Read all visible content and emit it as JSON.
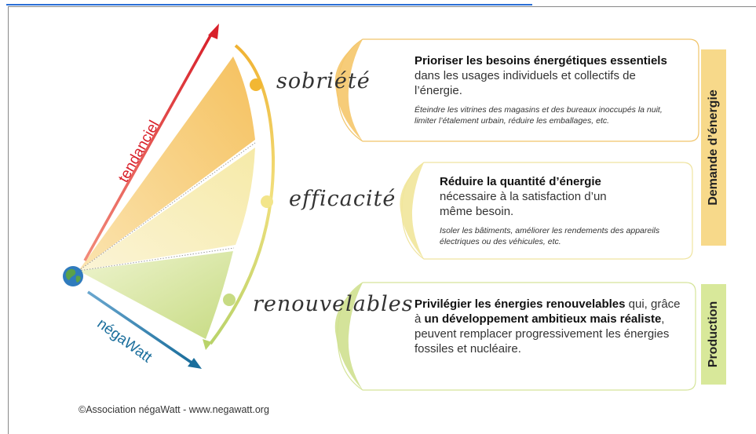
{
  "steps": {
    "sobriete": "sobriété",
    "efficacite": "efficacité",
    "renouvelables": "renouvelables"
  },
  "arrows": {
    "trend": "tendanciel",
    "negawatt": "négaWatt"
  },
  "boxes": {
    "sobriete": {
      "bold": "Prioriser les besoins énergétiques essentiels",
      "text": " dans les usages individuels et collectifs de l’énergie.",
      "note": "Éteindre les vitrines des magasins et des bureaux inoccupés la nuit, limiter l’étalement urbain, réduire les emballages, etc."
    },
    "efficacite": {
      "bold": "Réduire la quantité d’énergie",
      "text": " nécessaire à la satisfaction d’un même besoin.",
      "note": "Isoler les bâtiments, améliorer les rendements des appareils électriques ou des véhicules, etc."
    },
    "renouvelables": {
      "bold1": "Privilégier les énergies renouvelables",
      "text1": " qui, grâce à ",
      "bold2": "un développement ambitieux mais réaliste",
      "text2": ", peuvent remplacer progressivement les énergies fossiles et nucléaire."
    }
  },
  "tabs": {
    "demand": "Demande d’énergie",
    "production": "Production"
  },
  "credit": "©Association négaWatt - www.negawatt.org",
  "colors": {
    "red_arrow": "#d8202a",
    "blue_arrow": "#1a6e9c",
    "sobriete": "#f5c66a",
    "efficacite": "#f7ecaf",
    "renouvelables": "#cfe08f",
    "tab_demand": "#f7d98a",
    "tab_production": "#d8e89a"
  }
}
